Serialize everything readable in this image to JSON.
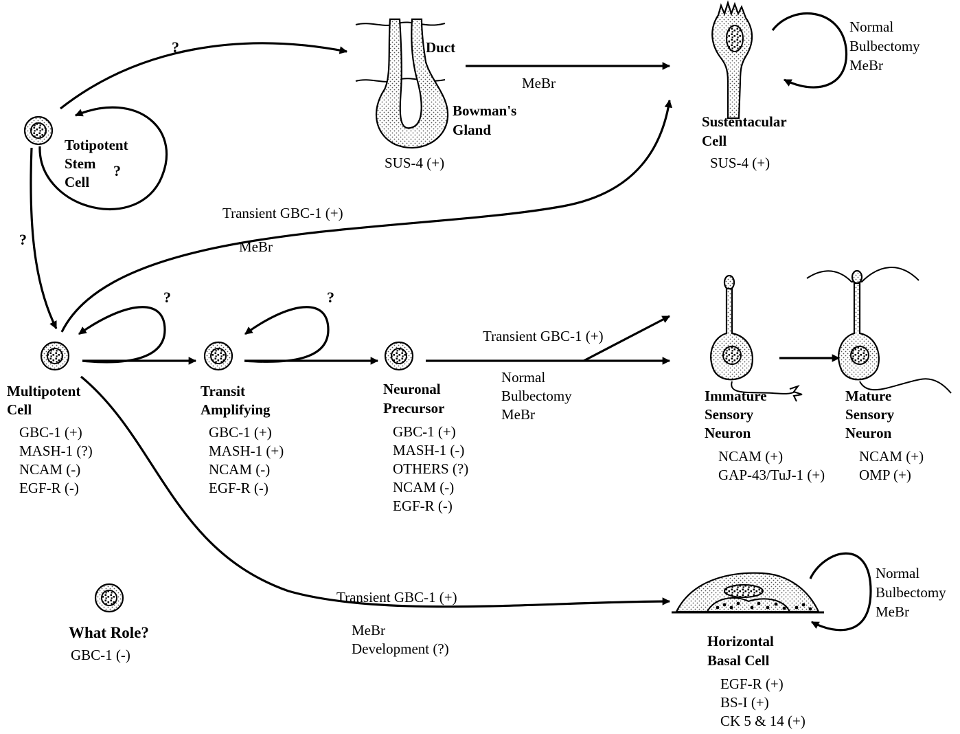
{
  "totipotent": {
    "name": [
      "Totipotent",
      "Stem",
      "Cell"
    ],
    "self_renewal_q": "?",
    "to_gland_q": "?",
    "to_multipotent_q": "?"
  },
  "gland": {
    "duct": "Duct",
    "name": [
      "Bowman's",
      "Gland"
    ],
    "marker": "SUS-4 (+)",
    "to_sus_condition": "MeBr"
  },
  "sustentacular": {
    "name": [
      "Sustentacular",
      "Cell"
    ],
    "marker": "SUS-4 (+)",
    "renewal_conditions": [
      "Normal",
      "Bulbectomy",
      "MeBr"
    ]
  },
  "multi_to_sus": {
    "label": "Transient GBC-1 (+)",
    "condition": "MeBr"
  },
  "multipotent": {
    "name": [
      "Multipotent",
      "Cell"
    ],
    "self_renewal_q": "?",
    "markers": [
      "GBC-1 (+)",
      "MASH-1 (?)",
      "NCAM (-)",
      "EGF-R (-)"
    ]
  },
  "transit": {
    "name": [
      "Transit",
      "Amplifying"
    ],
    "self_renewal_q": "?",
    "markers": [
      "GBC-1 (+)",
      "MASH-1 (+)",
      "NCAM (-)",
      "EGF-R (-)"
    ]
  },
  "precursor": {
    "name": [
      "Neuronal",
      "Precursor"
    ],
    "markers": [
      "GBC-1 (+)",
      "MASH-1 (-)",
      "OTHERS (?)",
      "NCAM (-)",
      "EGF-R (-)"
    ]
  },
  "prec_to_neuron": {
    "label": "Transient GBC-1 (+)",
    "conditions": [
      "Normal",
      "Bulbectomy",
      "MeBr"
    ]
  },
  "immature": {
    "name": [
      "Immature",
      "Sensory",
      "Neuron"
    ],
    "markers": [
      "NCAM (+)",
      "GAP-43/TuJ-1 (+)"
    ]
  },
  "mature": {
    "name": [
      "Mature",
      "Sensory",
      "Neuron"
    ],
    "markers": [
      "NCAM (+)",
      "OMP (+)"
    ]
  },
  "unknown": {
    "title": "What Role?",
    "marker": "GBC-1 (-)"
  },
  "multi_to_hbc": {
    "label": "Transient GBC-1 (+)",
    "conditions": [
      "MeBr",
      "Development (?)"
    ]
  },
  "hbc": {
    "name": [
      "Horizontal",
      "Basal Cell"
    ],
    "renewal_conditions": [
      "Normal",
      "Bulbectomy",
      "MeBr"
    ],
    "markers": [
      "EGF-R (+)",
      "BS-I (+)",
      "CK 5 & 14 (+)"
    ]
  }
}
